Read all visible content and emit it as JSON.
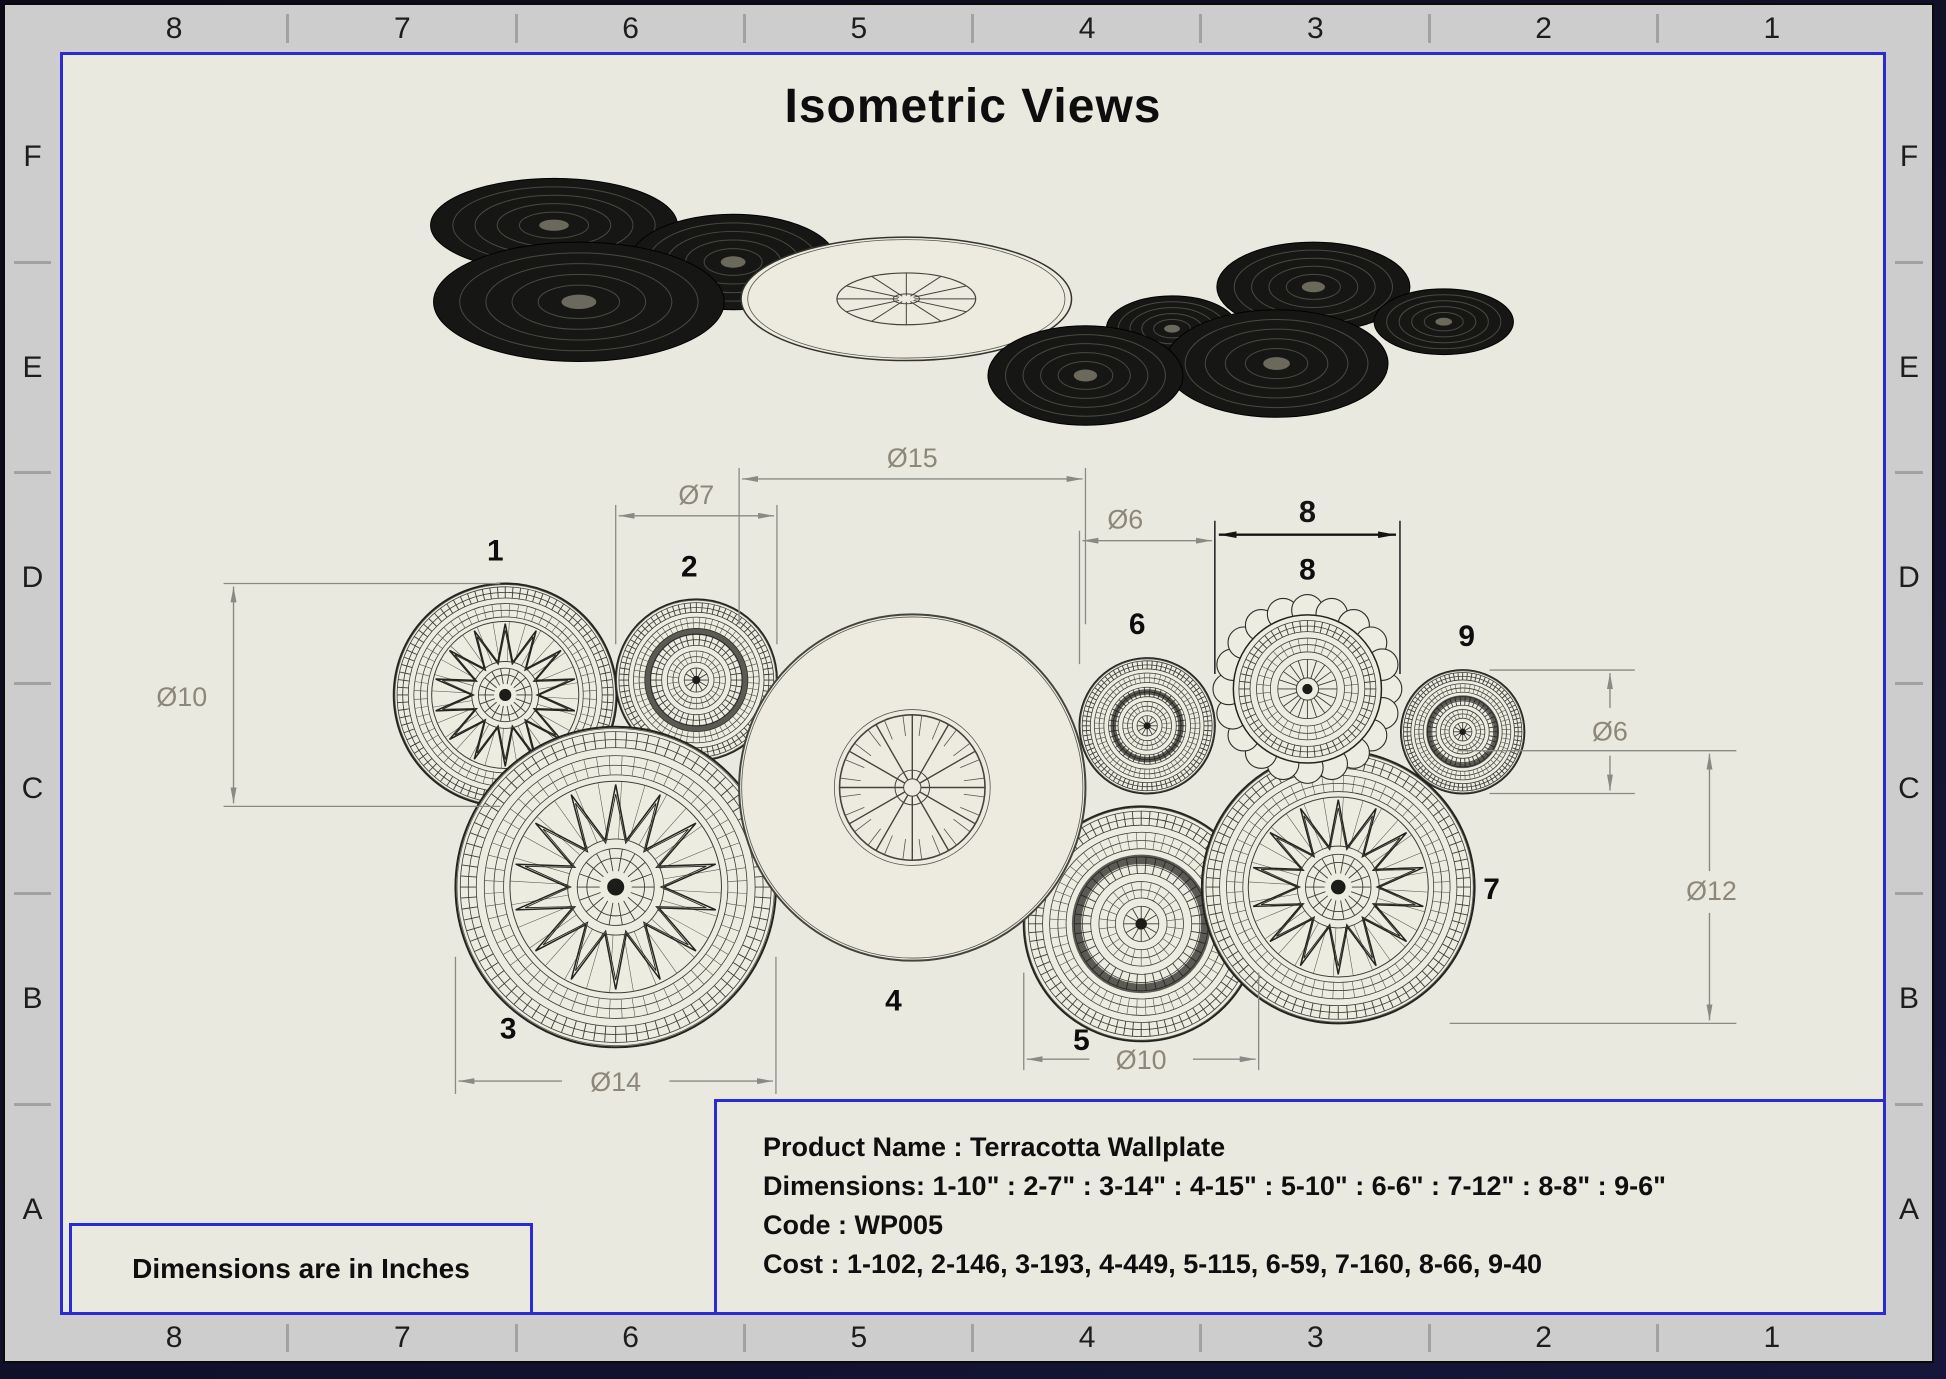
{
  "sheet": {
    "title": "Isometric Views"
  },
  "ruler": {
    "columns": [
      "8",
      "7",
      "6",
      "5",
      "4",
      "3",
      "2",
      "1"
    ],
    "rows": [
      "F",
      "E",
      "D",
      "C",
      "B",
      "A"
    ]
  },
  "parts": [
    {
      "num": "1"
    },
    {
      "num": "2"
    },
    {
      "num": "3"
    },
    {
      "num": "4"
    },
    {
      "num": "5"
    },
    {
      "num": "6"
    },
    {
      "num": "7"
    },
    {
      "num": "8"
    },
    {
      "num": "9"
    }
  ],
  "dims": [
    {
      "label": "Ø10"
    },
    {
      "label": "Ø7"
    },
    {
      "label": "Ø15"
    },
    {
      "label": "Ø6"
    },
    {
      "label": "8"
    },
    {
      "label": "Ø6"
    },
    {
      "label": "Ø12"
    },
    {
      "label": "Ø14"
    },
    {
      "label": "Ø10"
    }
  ],
  "title_block": {
    "product": "Product Name : Terracotta Wallplate",
    "dimensions": "Dimensions: 1-10\" : 2-7\" : 3-14\" : 4-15\" : 5-10\" : 6-6\" : 7-12\" : 8-8\" : 9-6\"",
    "code": "Code : WP005",
    "cost": "Cost : 1-102, 2-146, 3-193, 4-449, 5-115, 6-59, 7-160, 8-66, 9-40"
  },
  "note": "Dimensions are in Inches",
  "colors": {
    "sheet_bg": "#eae9df",
    "border_blue": "#2b2bd6",
    "band_gray": "#cdcdcd",
    "dim_gray": "#8d8779",
    "ink": "#111111"
  }
}
